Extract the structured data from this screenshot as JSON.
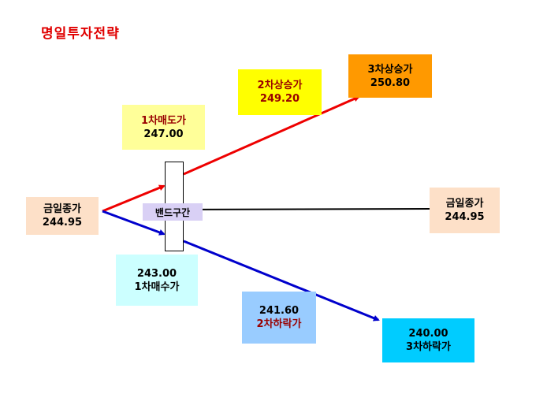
{
  "title": "명일투자전략",
  "band": {
    "label": "밴드구간"
  },
  "close_left": {
    "label": "금일종가",
    "value": "244.95"
  },
  "close_right": {
    "label": "금일종가",
    "value": "244.95"
  },
  "sell1": {
    "label": "1차매도가",
    "value": "247.00"
  },
  "rise2": {
    "label": "2차상승가",
    "value": "249.20"
  },
  "rise3": {
    "label": "3차상승가",
    "value": "250.80"
  },
  "buy1": {
    "label": "1차매수가",
    "value": "243.00"
  },
  "fall2": {
    "label": "2차하락가",
    "value": "241.60"
  },
  "fall3": {
    "label": "3차하락가",
    "value": "240.00"
  },
  "colors": {
    "title": "#e00000",
    "up_line": "#ee0000",
    "down_line": "#0000cc",
    "close_box": "#fde0c8",
    "sell1_box": "#ffff99",
    "rise2_box": "#ffff00",
    "rise3_box": "#ff9900",
    "buy1_box": "#ccffff",
    "fall2_box": "#99ccff",
    "fall3_box": "#00ccff",
    "band_label": "#d9d0f5"
  }
}
